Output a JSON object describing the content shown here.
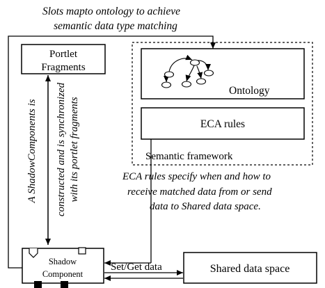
{
  "annotations": {
    "top_line1": "Slots mapto ontology to achieve",
    "top_line2": "semantic data type matching",
    "vertical_line1": "A ShadowComponents is",
    "vertical_line2": "constructed and is synchronized",
    "vertical_line3": "with its portlet fragments",
    "eca_line1": "ECA rules specify when and how to",
    "eca_line2": "receive matched data from or send",
    "eca_line3": "data to Shared data space."
  },
  "nodes": {
    "portlet_line1": "Portlet",
    "portlet_line2": "Fragments",
    "ontology": "Ontology",
    "eca_rules": "ECA rules",
    "semantic_framework": "Semantic framework",
    "shadow_line1": "Shadow",
    "shadow_line2": "Component",
    "shared_data_space": "Shared data space"
  },
  "edges": {
    "set_get": "Set/Get data"
  }
}
